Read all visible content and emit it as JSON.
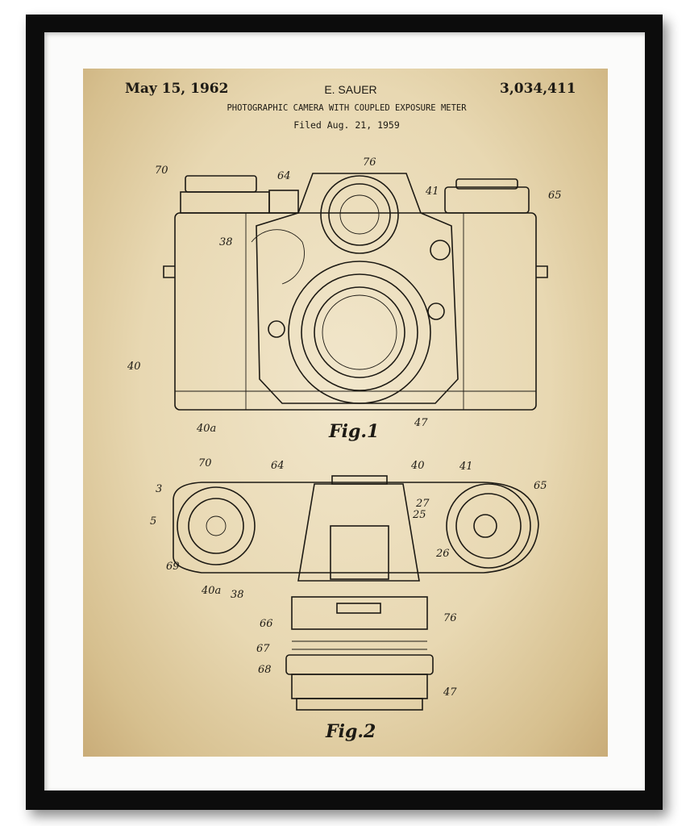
{
  "header": {
    "date": "May 15, 1962",
    "inventor": "E. SAUER",
    "patent_number": "3,034,411",
    "title": "PHOTOGRAPHIC CAMERA WITH COUPLED EXPOSURE METER",
    "filed": "Filed Aug. 21, 1959"
  },
  "figure1": {
    "caption": "Fig.1",
    "labels": [
      "70",
      "64",
      "76",
      "41",
      "65",
      "38",
      "40",
      "40a",
      "47"
    ]
  },
  "figure2": {
    "caption": "Fig.2",
    "labels": [
      "70",
      "64",
      "40",
      "41",
      "65",
      "3",
      "5",
      "69",
      "40a",
      "38",
      "27",
      "25",
      "26",
      "66",
      "76",
      "67",
      "68",
      "47"
    ]
  },
  "colors": {
    "frame": "#0c0c0c",
    "mat": "#fbfbfa",
    "paper": "#e8d8b2",
    "ink": "#1d1a14"
  }
}
